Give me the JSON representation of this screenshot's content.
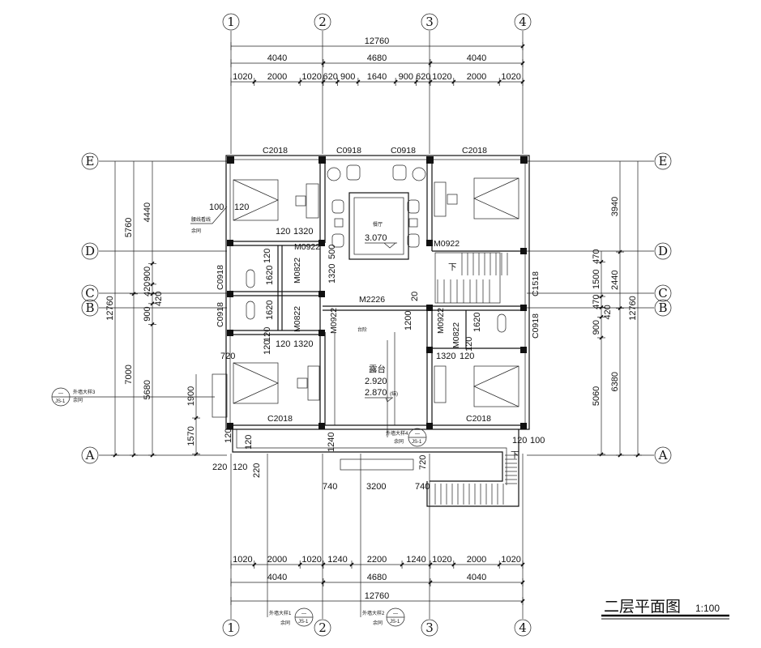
{
  "title": {
    "name": "二层平面图",
    "scale": "1:100"
  },
  "axes": {
    "columns": [
      "1",
      "2",
      "3",
      "4"
    ],
    "rows": [
      "E",
      "D",
      "C",
      "B",
      "A"
    ]
  },
  "dimensions": {
    "top_total": [
      12760
    ],
    "top_main": [
      4040,
      4680,
      4040
    ],
    "top_sub": [
      1020,
      2000,
      1020,
      620,
      900,
      1640,
      900,
      620,
      1020,
      2000,
      1020
    ],
    "bottom_sub": [
      1020,
      2000,
      1020,
      1240,
      2200,
      1240,
      1020,
      2000,
      1020
    ],
    "bottom_main": [
      4040,
      4680,
      4040
    ],
    "bottom_total": [
      12760
    ],
    "left_total": [
      12760
    ],
    "left_main": [
      5760,
      7000
    ],
    "left_sub": [
      4440,
      900,
      420,
      420,
      900,
      5680
    ],
    "left_planter": [
      1900,
      1570
    ],
    "right_sub": [
      470,
      1500,
      470,
      420,
      900,
      5060
    ],
    "right_main": [
      3940,
      2440,
      6380
    ],
    "right_total": [
      12760
    ]
  },
  "windows": [
    "C2018",
    "C0918",
    "C0918",
    "C2018",
    "C0918",
    "C0918",
    "C1518",
    "C0918",
    "C2018",
    "C2018"
  ],
  "doors": [
    "M0922",
    "M0922",
    "M0822",
    "M0822",
    "M2226",
    "M0922",
    "M0922",
    "M0822"
  ],
  "rooms": {
    "dining": "餐厅",
    "dining_level": "3.070",
    "terrace": "露台",
    "terrace_level_1": "2.920",
    "terrace_level_2": "2.870",
    "terrace_note": "(结)",
    "down": "下",
    "down2": "下",
    "step": "台阶"
  },
  "annotations": [
    "100",
    "120",
    "120",
    "1320",
    "500",
    "1320",
    "120",
    "1620",
    "1620",
    "120",
    "120",
    "1320",
    "20",
    "1200",
    "1620",
    "120",
    "1320",
    "120",
    "720",
    "1240",
    "720",
    "120",
    "100",
    "120",
    "220",
    "220",
    "120",
    "740",
    "3200",
    "740",
    "120",
    "120"
  ],
  "callouts": [
    {
      "label": "外墙大样3",
      "note": "余同",
      "top": "—",
      "bottom": "JS-1"
    },
    {
      "label": "外墙大样4",
      "note": "余同",
      "top": "—",
      "bottom": "JS-1"
    },
    {
      "label": "外墙大样1",
      "note": "余同",
      "top": "—",
      "bottom": "JS-1"
    },
    {
      "label": "外墙大样2",
      "note": "余同",
      "top": "—",
      "bottom": "JS-1"
    },
    {
      "label": "腰线看线",
      "note": "余同"
    }
  ]
}
